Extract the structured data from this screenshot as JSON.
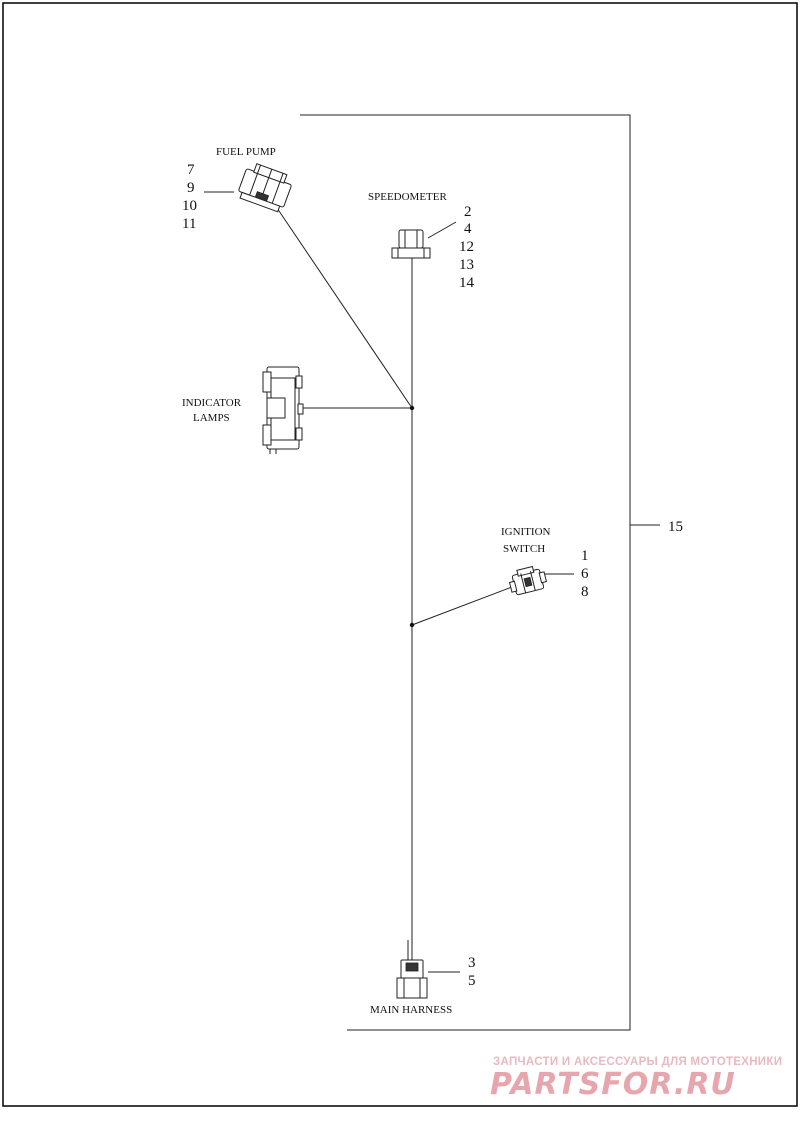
{
  "components": {
    "fuel_pump": {
      "label": "FUEL PUMP",
      "refs": [
        "7",
        "9",
        "10",
        "11"
      ]
    },
    "speedometer": {
      "label": "SPEEDOMETER",
      "refs": [
        "2",
        "4",
        "12",
        "13",
        "14"
      ]
    },
    "indicator_lamps": {
      "label_line1": "INDICATOR",
      "label_line2": "LAMPS"
    },
    "ignition_switch": {
      "label_line1": "IGNITION",
      "label_line2": "SWITCH",
      "refs": [
        "1",
        "6",
        "8"
      ]
    },
    "main_harness": {
      "label": "MAIN HARNESS",
      "refs": [
        "3",
        "5"
      ]
    }
  },
  "assembly": {
    "ref": "15"
  },
  "watermark": {
    "line1": "ЗАПЧАСТИ И АКСЕССУАРЫ ДЛЯ МОТОТЕХНИКИ",
    "line2": "PARTSFOR.RU"
  }
}
